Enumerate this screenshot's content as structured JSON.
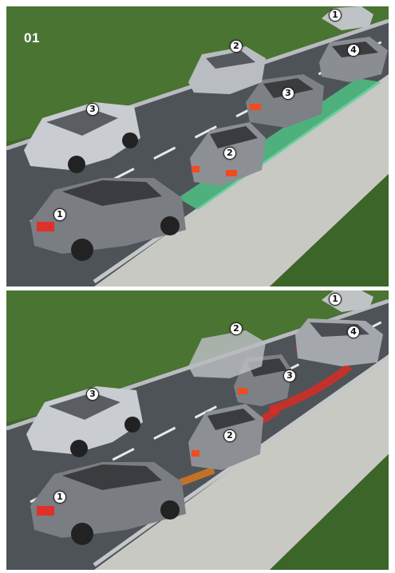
{
  "figure": {
    "label": "01"
  },
  "colors": {
    "grass": "#3f6a2a",
    "road": "#4e5358",
    "sidewalk": "#c9c9c4",
    "guardrail": "#b9bcbe",
    "green_band": "#4fd08a",
    "red_band": "#e02a20",
    "orange_band": "#e07a1a",
    "car_silver": "#b9bcc0",
    "car_dark": "#6c6f73"
  },
  "top_scene": {
    "markers": [
      "1",
      "2",
      "3",
      "4",
      "2",
      "3",
      "1"
    ]
  },
  "bottom_scene": {
    "markers": [
      "1",
      "2",
      "4",
      "3",
      "3",
      "2",
      "1"
    ]
  }
}
